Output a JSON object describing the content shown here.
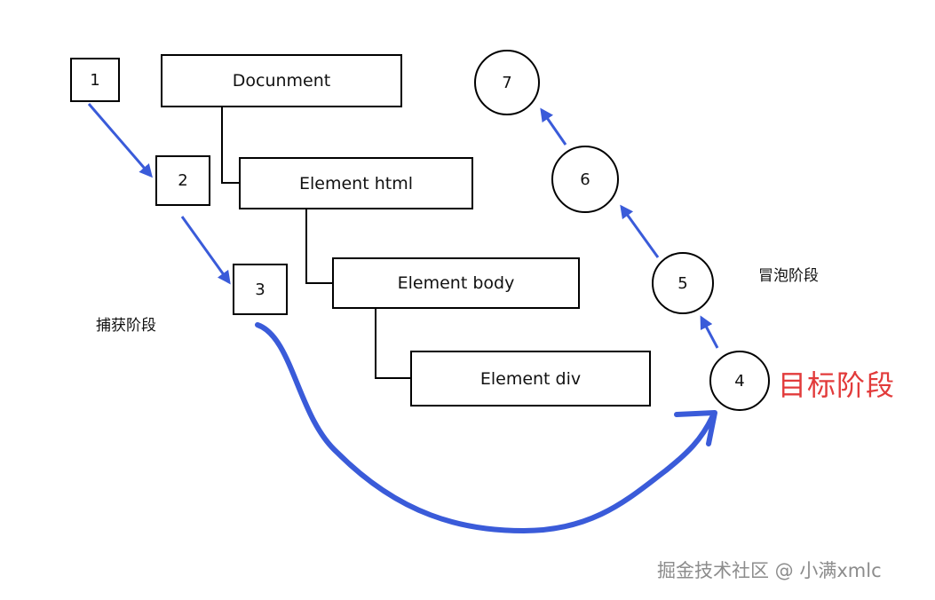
{
  "nodes": {
    "document": "Docunment",
    "html": "Element html",
    "body": "Element body",
    "div": "Element div"
  },
  "capture_steps": [
    "1",
    "2",
    "3"
  ],
  "target_step": "4",
  "bubble_steps": [
    "5",
    "6",
    "7"
  ],
  "phases": {
    "capture": "捕获阶段",
    "target": "目标阶段",
    "bubble": "冒泡阶段"
  },
  "watermark": "掘金技术社区 @ 小满xmlc",
  "colors": {
    "arrow": "#3a5bd9",
    "target_label": "#e23b3b",
    "stroke": "#000000"
  }
}
